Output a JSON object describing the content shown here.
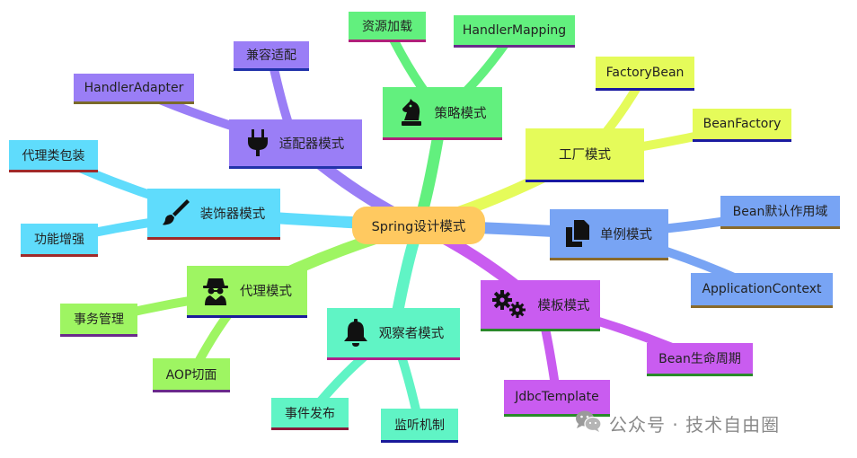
{
  "colors": {
    "center": "#ffc960",
    "purple": "#9a7ef6",
    "green": "#62f07e",
    "yellow": "#e5fb5a",
    "blue": "#78a4f4",
    "magenta": "#c95cf0",
    "teal": "#60f4c5",
    "lime": "#9ef562",
    "cyan": "#5fdcfc"
  },
  "center": {
    "label": "Spring设计模式"
  },
  "branches": {
    "adapter": {
      "label": "适配器模式",
      "icon": "plug-icon",
      "children": [
        "兼容适配",
        "HandlerAdapter"
      ]
    },
    "strategy": {
      "label": "策略模式",
      "icon": "chess-knight-icon",
      "children": [
        "资源加载",
        "HandlerMapping"
      ]
    },
    "factory": {
      "label": "工厂模式",
      "children": [
        "FactoryBean",
        "BeanFactory"
      ]
    },
    "singleton": {
      "label": "单例模式",
      "icon": "copy-icon",
      "children": [
        "Bean默认作用域",
        "ApplicationContext"
      ]
    },
    "template": {
      "label": "模板模式",
      "icon": "gears-icon",
      "children": [
        "Bean生命周期",
        "JdbcTemplate"
      ]
    },
    "observer": {
      "label": "观察者模式",
      "icon": "bell-icon",
      "children": [
        "事件发布",
        "监听机制"
      ]
    },
    "proxy": {
      "label": "代理模式",
      "icon": "spy-icon",
      "children": [
        "事务管理",
        "AOP切面"
      ]
    },
    "decorator": {
      "label": "装饰器模式",
      "icon": "paintbrush-icon",
      "children": [
        "代理类包装",
        "功能增强"
      ]
    }
  },
  "watermark": {
    "text": "公众号 · 技术自由圈",
    "icon": "wechat-icon"
  }
}
